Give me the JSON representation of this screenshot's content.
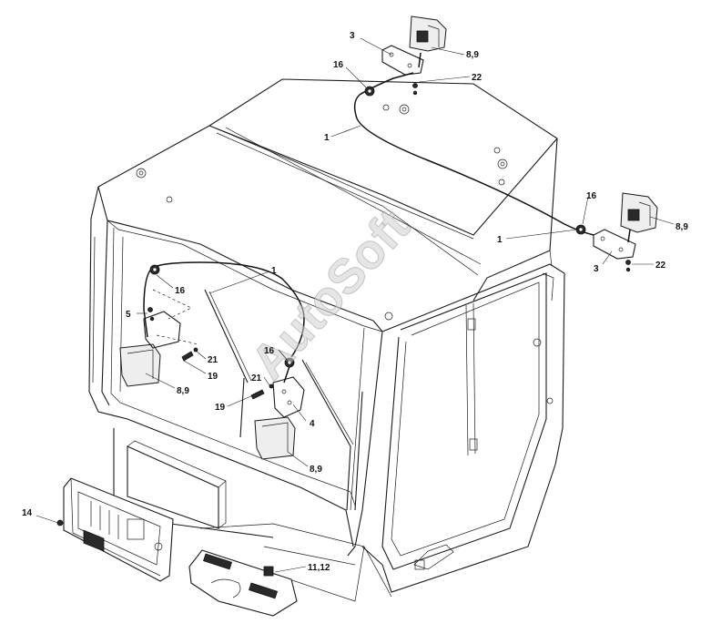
{
  "watermark": "AutoSoft",
  "callouts": [
    {
      "id": "c3a",
      "text": "3"
    },
    {
      "id": "c89a",
      "text": "8,9"
    },
    {
      "id": "c16a",
      "text": "16"
    },
    {
      "id": "c22a",
      "text": "22"
    },
    {
      "id": "c1a",
      "text": "1"
    },
    {
      "id": "c16b",
      "text": "16"
    },
    {
      "id": "c1b",
      "text": "1"
    },
    {
      "id": "c89b",
      "text": "8,9"
    },
    {
      "id": "c3b",
      "text": "3"
    },
    {
      "id": "c22b",
      "text": "22"
    },
    {
      "id": "c1c",
      "text": "1"
    },
    {
      "id": "c16c",
      "text": "16"
    },
    {
      "id": "c5",
      "text": "5"
    },
    {
      "id": "c21a",
      "text": "21"
    },
    {
      "id": "c19a",
      "text": "19"
    },
    {
      "id": "c16d",
      "text": "16"
    },
    {
      "id": "c21b",
      "text": "21"
    },
    {
      "id": "c89c",
      "text": "8,9"
    },
    {
      "id": "c19b",
      "text": "19"
    },
    {
      "id": "c4",
      "text": "4"
    },
    {
      "id": "c89d",
      "text": "8,9"
    },
    {
      "id": "c14",
      "text": "14"
    },
    {
      "id": "c1112",
      "text": "11,12"
    }
  ]
}
